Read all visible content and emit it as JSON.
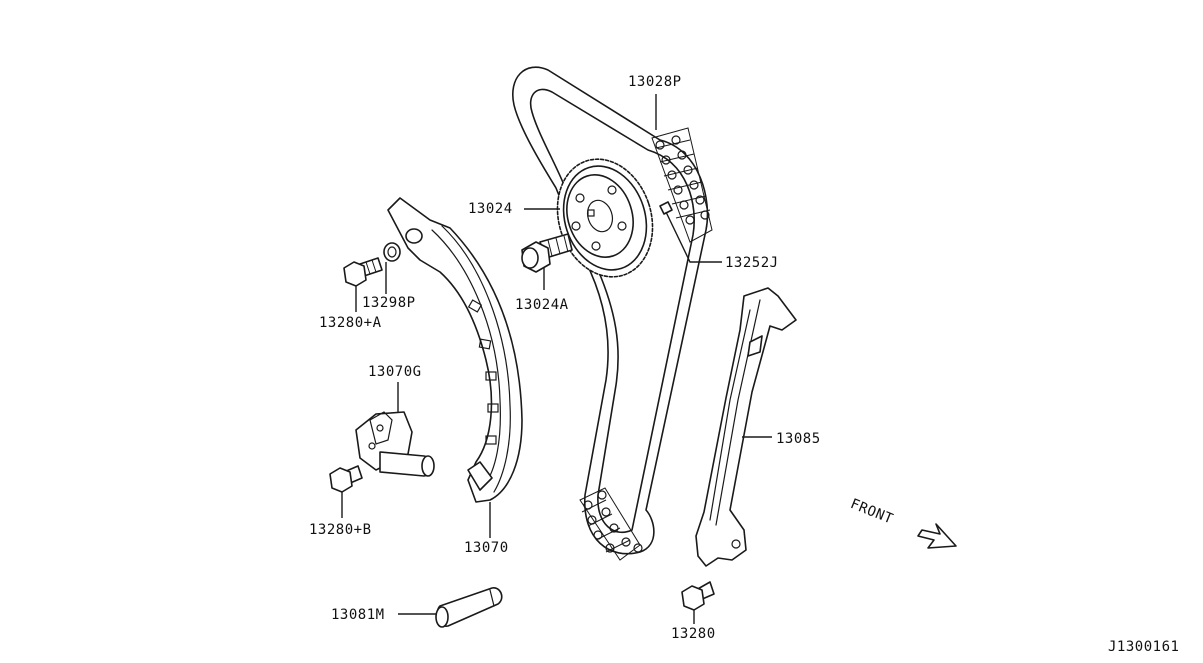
{
  "diagram": {
    "code": "J1300161",
    "direction": "FRONT",
    "parts": [
      {
        "id": "timing-chain",
        "number": "13028P"
      },
      {
        "id": "camshaft-sprocket",
        "number": "13024"
      },
      {
        "id": "sprocket-bolt",
        "number": "13024A"
      },
      {
        "id": "dowel-pin",
        "number": "13252J"
      },
      {
        "id": "tension-guide",
        "number": "13070"
      },
      {
        "id": "chain-tensioner",
        "number": "13070G"
      },
      {
        "id": "guide-bolt-a",
        "number": "13280+A"
      },
      {
        "id": "washer",
        "number": "13298P"
      },
      {
        "id": "tensioner-bolt-b",
        "number": "13280+B"
      },
      {
        "id": "slack-guide",
        "number": "13085"
      },
      {
        "id": "guide-bolt",
        "number": "13280"
      },
      {
        "id": "pin",
        "number": "13081M"
      }
    ]
  }
}
